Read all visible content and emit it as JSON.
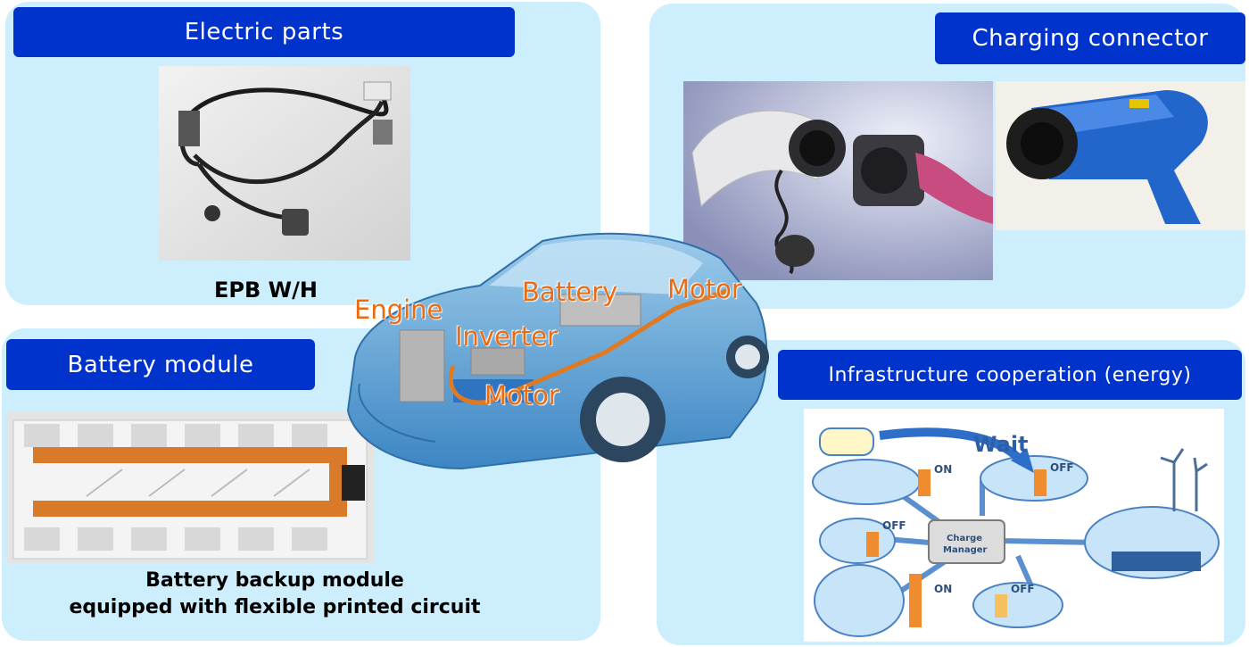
{
  "electric_parts": {
    "title": "Electric parts",
    "caption": "EPB W/H"
  },
  "charging_connector": {
    "title": "Charging connector"
  },
  "battery_module": {
    "title": "Battery module",
    "caption_line1": "Battery backup module",
    "caption_line2": "equipped with flexible printed circuit"
  },
  "infrastructure": {
    "title": "Infrastructure cooperation (energy)",
    "diagram": {
      "wait": "Wait",
      "on": "ON",
      "off": "OFF",
      "charge_manager_1": "Charge",
      "charge_manager_2": "Manager"
    }
  },
  "car_labels": {
    "engine": "Engine",
    "battery": "Battery",
    "motor_rear": "Motor",
    "inverter": "Inverter",
    "motor_front": "Motor"
  },
  "colors": {
    "panel_bg": "#cdeefc",
    "header_bg": "#0033cc",
    "label_orange": "#e96b12",
    "car_blue": "#5aa6d8"
  }
}
